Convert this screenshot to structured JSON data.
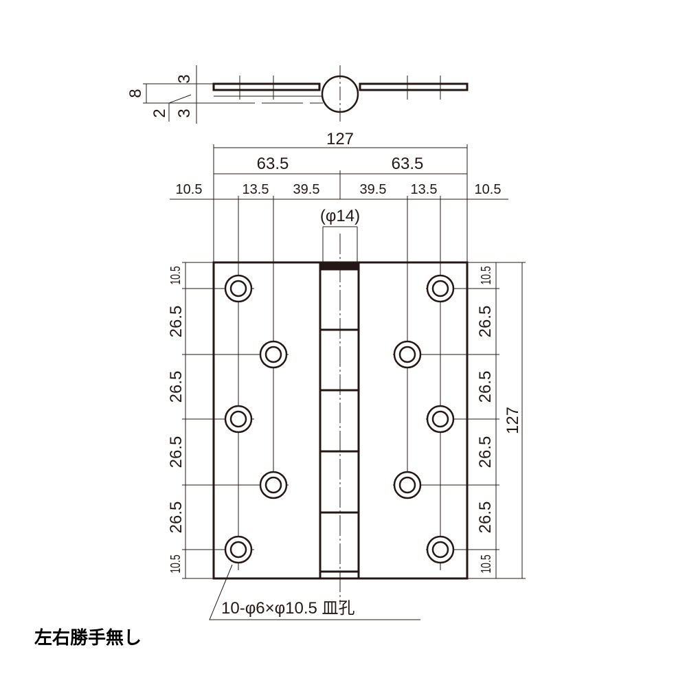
{
  "colors": {
    "line": "#231815",
    "background": "#ffffff"
  },
  "side_view": {
    "dims": [
      "3",
      "8",
      "2",
      "3"
    ]
  },
  "top_dims": {
    "overall": "127",
    "halves": [
      "63.5",
      "63.5"
    ],
    "row": [
      "10.5",
      "13.5",
      "39.5",
      "39.5",
      "13.5",
      "10.5"
    ],
    "pin": "(φ14)"
  },
  "left_dims": [
    "10.5",
    "26.5",
    "26.5",
    "26.5",
    "26.5",
    "10.5"
  ],
  "right_dims": [
    "10.5",
    "26.5",
    "26.5",
    "26.5",
    "26.5",
    "10.5"
  ],
  "height_dim": "127",
  "hole_note": "10-φ6×φ10.5 皿孔",
  "caption": "左右勝手無し"
}
